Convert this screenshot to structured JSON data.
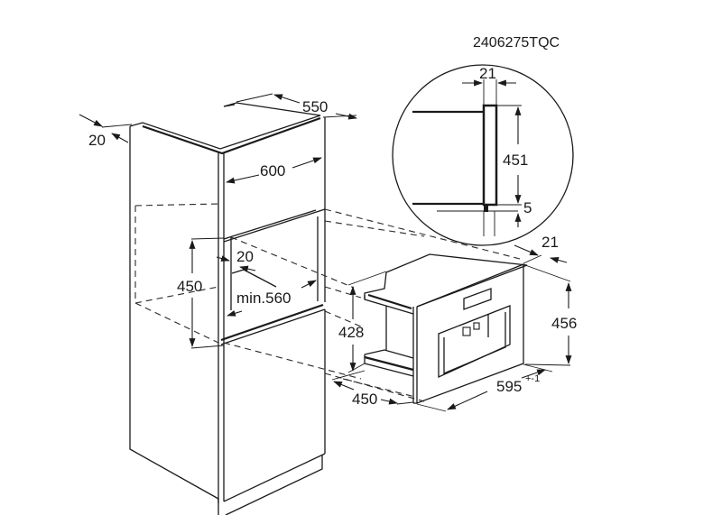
{
  "diagram": {
    "model_code": "2406275TQC",
    "colors": {
      "line": "#1a1a1a",
      "background": "#ffffff"
    },
    "cabinet": {
      "dimensions": {
        "side_offset": "20",
        "depth": "550",
        "width": "600",
        "niche_height": "450",
        "niche_inner_offset": "20",
        "niche_min_width": "min.560"
      }
    },
    "detail_circle": {
      "dimensions": {
        "frame_thickness": "21",
        "frame_height": "451",
        "bottom_gap": "5"
      }
    },
    "appliance": {
      "dimensions": {
        "front_depth": "21",
        "front_height": "456",
        "body_height": "428",
        "body_depth": "450",
        "width": "595",
        "width_tolerance": "+-1"
      }
    }
  }
}
